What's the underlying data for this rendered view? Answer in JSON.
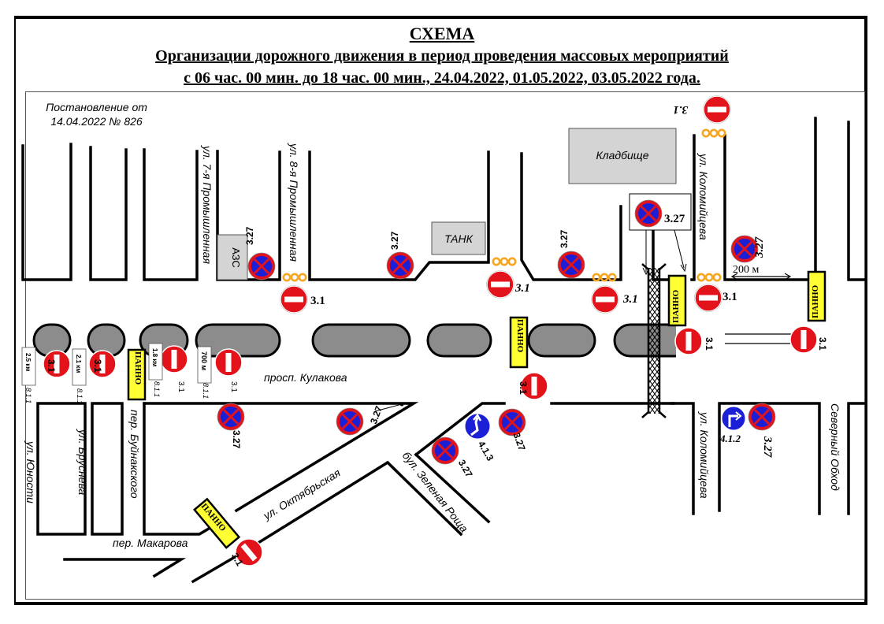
{
  "header": {
    "title": "СХЕМА",
    "subtitle": "Организации дорожного движения в период проведения массовых мероприятий",
    "period": "с 06 час. 00 мин. до 18 час. 00 мин., 24.04.2022, 01.05.2022, 03.05.2022 года."
  },
  "decree": {
    "line1": "Постановление от",
    "line2": "14.04.2022 № 826"
  },
  "streets": {
    "prom7": "ул. 7-я Промышленная",
    "prom8": "ул. 8-я Промышленная",
    "kolomiytseva_north": "ул. Коломийцева",
    "kolomiytseva_south": "ул. Коломийцева",
    "kulakova": "просп. Кулакова",
    "yunosti": "ул. Юности",
    "brusneva": "ул. Бруснева",
    "buynakskogo": "пер. Буйнакского",
    "makarova": "пер. Макарова",
    "oktyabrskaya": "ул. Октябрьская",
    "zelenaya_roshcha": "бул. Зеленая Роща",
    "severny_obkhod": "Северный Обход"
  },
  "landmarks": {
    "azs": "АЗС",
    "tank": "ТАНК",
    "cemetery": "Кладбище"
  },
  "signs": {
    "no_entry": "3.1",
    "no_stopping": "3.27",
    "turn_right": "4.1.2",
    "turn_left": "4.1.3",
    "distance_plate": "8.1.1",
    "panno": "ПАННО"
  },
  "distance_plates": [
    "2.5 км",
    "2.1 км",
    "1.8 км",
    "700 м"
  ],
  "measure": "200 м",
  "colors": {
    "sign_red": "#e3131b",
    "sign_blue": "#1b1fd6",
    "panno_yellow": "#ffff33",
    "barrier_orange": "#f5a623",
    "median_gray": "#8c8c8c",
    "building_gray": "#d4d4d4"
  }
}
